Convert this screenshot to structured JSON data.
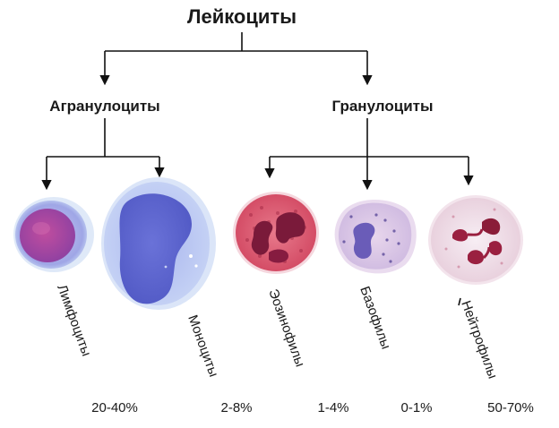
{
  "title": "Лейкоциты",
  "groups": {
    "agranular": "Агранулоциты",
    "granular": "Гранулоциты"
  },
  "cells": [
    {
      "name": "Лимфоциты",
      "percent": "20-40%"
    },
    {
      "name": "Моноциты",
      "percent": "2-8%"
    },
    {
      "name": "Эозинофилы",
      "percent": "1-4%"
    },
    {
      "name": "Базофилы",
      "percent": "0-1%"
    },
    {
      "name": "Нейтрофилы",
      "percent": "50-70%"
    }
  ],
  "colors": {
    "line": "#111111",
    "cytoplasm_blue": "#b9c6f0",
    "nucleus_blue": "#6b6fd4",
    "eosin_red": "#c0203a",
    "pale_pink": "#f2e4ec"
  }
}
